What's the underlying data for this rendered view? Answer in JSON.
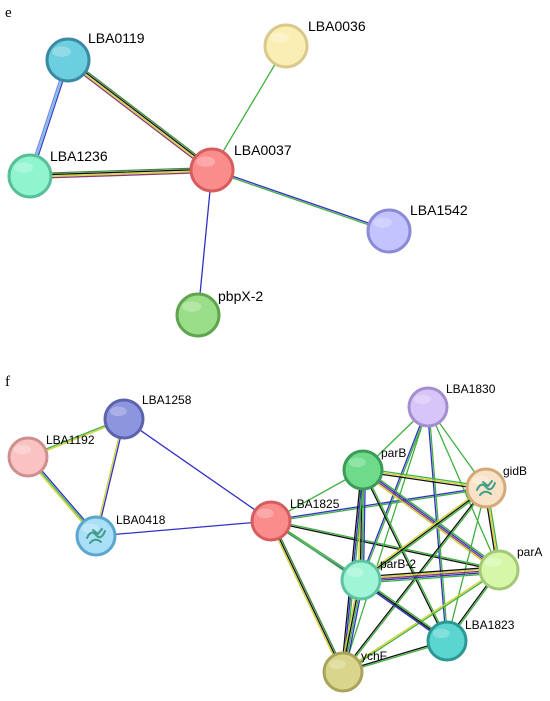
{
  "panels": [
    {
      "id": "e",
      "label": "e",
      "nodes": [
        {
          "id": "LBA0119",
          "label": "LBA0119",
          "fill": "#6ccfdf",
          "stroke": "#3b8aa5"
        },
        {
          "id": "LBA0036",
          "label": "LBA0036",
          "fill": "#fbeeb4",
          "stroke": "#d9c98a"
        },
        {
          "id": "LBA1236",
          "label": "LBA1236",
          "fill": "#8ff5cf",
          "stroke": "#58bf98"
        },
        {
          "id": "LBA0037",
          "label": "LBA0037",
          "fill": "#fa8c8c",
          "stroke": "#d65d5d"
        },
        {
          "id": "LBA1542",
          "label": "LBA1542",
          "fill": "#c3c3ff",
          "stroke": "#8a8ad6"
        },
        {
          "id": "pbpX-2",
          "label": "pbpX-2",
          "fill": "#9bde89",
          "stroke": "#5ea54d"
        }
      ],
      "edges": [
        {
          "from": "LBA0119",
          "to": "LBA0037",
          "colors": [
            "#3f8a3f",
            "#111111",
            "#d0d030",
            "#8b3a6e"
          ]
        },
        {
          "from": "LBA0119",
          "to": "LBA1236",
          "colors": [
            "#3f3fd0",
            "#60c0e0",
            "#8080e8"
          ]
        },
        {
          "from": "LBA1236",
          "to": "LBA0037",
          "colors": [
            "#3f8a3f",
            "#111111",
            "#d0d030",
            "#8b3a6e"
          ]
        },
        {
          "from": "LBA0036",
          "to": "LBA0037",
          "colors": [
            "#40b040"
          ]
        },
        {
          "from": "LBA0037",
          "to": "LBA1542",
          "colors": [
            "#3030c8",
            "#40b040"
          ]
        },
        {
          "from": "LBA0037",
          "to": "pbpX-2",
          "colors": [
            "#3030c8"
          ]
        }
      ]
    },
    {
      "id": "f",
      "label": "f",
      "nodes": [
        {
          "id": "LBA1258",
          "label": "LBA1258",
          "fill": "#8c95de",
          "stroke": "#5b63ad"
        },
        {
          "id": "LBA1192",
          "label": "LBA1192",
          "fill": "#f9c3c3",
          "stroke": "#d08f8f"
        },
        {
          "id": "LBA0418",
          "label": "LBA0418",
          "fill": "#a9dff7",
          "stroke": "#5aa6cf",
          "has_structure": true
        },
        {
          "id": "LBA1825",
          "label": "LBA1825",
          "fill": "#fa8c8c",
          "stroke": "#d65d5d"
        },
        {
          "id": "LBA1830",
          "label": "LBA1830",
          "fill": "#d8c5f8",
          "stroke": "#a38ed0"
        },
        {
          "id": "parB",
          "label": "parB",
          "fill": "#6ddb8a",
          "stroke": "#3b9b57"
        },
        {
          "id": "gidB",
          "label": "gidB",
          "fill": "#f8e3c8",
          "stroke": "#d3aa77",
          "has_structure": true
        },
        {
          "id": "parA",
          "label": "parA",
          "fill": "#d6f7a8",
          "stroke": "#a4c878"
        },
        {
          "id": "parB-2",
          "label": "parB-2",
          "fill": "#a0f5d6",
          "stroke": "#5ec3a0"
        },
        {
          "id": "LBA1823",
          "label": "LBA1823",
          "fill": "#5ad5d0",
          "stroke": "#2c9893"
        },
        {
          "id": "ychF",
          "label": "ychF",
          "fill": "#d9d58a",
          "stroke": "#a9a459"
        }
      ],
      "edges": [
        {
          "from": "LBA1192",
          "to": "LBA1258",
          "colors": [
            "#40b040",
            "#d0d030"
          ]
        },
        {
          "from": "LBA1192",
          "to": "LBA0418",
          "colors": [
            "#3030c8",
            "#40b040",
            "#d0d030"
          ]
        },
        {
          "from": "LBA1258",
          "to": "LBA0418",
          "colors": [
            "#3030c8",
            "#d0d030"
          ]
        },
        {
          "from": "LBA1258",
          "to": "LBA1825",
          "colors": [
            "#3030c8"
          ]
        },
        {
          "from": "LBA0418",
          "to": "LBA1825",
          "colors": [
            "#3030c8"
          ]
        },
        {
          "from": "LBA1825",
          "to": "parB",
          "colors": [
            "#40b040"
          ]
        },
        {
          "from": "LBA1825",
          "to": "gidB",
          "colors": [
            "#3030c8",
            "#40b040"
          ]
        },
        {
          "from": "LBA1825",
          "to": "parA",
          "colors": [
            "#40b040",
            "#111111"
          ]
        },
        {
          "from": "LBA1825",
          "to": "parB-2",
          "colors": [
            "#40b040",
            "#3030c8"
          ]
        },
        {
          "from": "LBA1825",
          "to": "LBA1823",
          "colors": [
            "#40b040"
          ]
        },
        {
          "from": "LBA1825",
          "to": "ychF",
          "colors": [
            "#3f8a3f",
            "#111111",
            "#d0d030"
          ]
        },
        {
          "from": "LBA1830",
          "to": "parB",
          "colors": [
            "#40b040"
          ]
        },
        {
          "from": "LBA1830",
          "to": "gidB",
          "colors": [
            "#40b040"
          ]
        },
        {
          "from": "LBA1830",
          "to": "parA",
          "colors": [
            "#40b040"
          ]
        },
        {
          "from": "LBA1830",
          "to": "parB-2",
          "colors": [
            "#40b040",
            "#3030c8"
          ]
        },
        {
          "from": "LBA1830",
          "to": "LBA1823",
          "colors": [
            "#40b040",
            "#3030c8"
          ]
        },
        {
          "from": "LBA1830",
          "to": "ychF",
          "colors": [
            "#40b040"
          ]
        },
        {
          "from": "parB",
          "to": "gidB",
          "colors": [
            "#40b040",
            "#d0d030",
            "#111111"
          ]
        },
        {
          "from": "parB",
          "to": "parA",
          "colors": [
            "#40b040",
            "#3030c8",
            "#8b3a6e",
            "#d0d030"
          ]
        },
        {
          "from": "parB",
          "to": "parB-2",
          "colors": [
            "#3030c8",
            "#40b040",
            "#111111",
            "#d0d030"
          ]
        },
        {
          "from": "parB",
          "to": "LBA1823",
          "colors": [
            "#40b040",
            "#111111"
          ]
        },
        {
          "from": "parB",
          "to": "ychF",
          "colors": [
            "#40b040",
            "#3030c8",
            "#111111"
          ]
        },
        {
          "from": "gidB",
          "to": "parA",
          "colors": [
            "#40b040",
            "#d0d030",
            "#111111"
          ]
        },
        {
          "from": "gidB",
          "to": "parB-2",
          "colors": [
            "#40b040",
            "#111111",
            "#d0d030"
          ]
        },
        {
          "from": "gidB",
          "to": "LBA1823",
          "colors": [
            "#40b040"
          ]
        },
        {
          "from": "gidB",
          "to": "ychF",
          "colors": [
            "#40b040",
            "#111111"
          ]
        },
        {
          "from": "parA",
          "to": "parB-2",
          "colors": [
            "#40b040",
            "#3030c8",
            "#8b3a6e",
            "#d0d030",
            "#111111"
          ]
        },
        {
          "from": "parA",
          "to": "LBA1823",
          "colors": [
            "#40b040",
            "#111111"
          ]
        },
        {
          "from": "parA",
          "to": "ychF",
          "colors": [
            "#40b040",
            "#d0d030"
          ]
        },
        {
          "from": "parB-2",
          "to": "LBA1823",
          "colors": [
            "#40b040",
            "#111111",
            "#3030c8"
          ]
        },
        {
          "from": "parB-2",
          "to": "ychF",
          "colors": [
            "#3030c8",
            "#40b040",
            "#111111",
            "#d0d030"
          ]
        },
        {
          "from": "LBA1823",
          "to": "ychF",
          "colors": [
            "#40b040",
            "#111111"
          ]
        }
      ]
    }
  ]
}
